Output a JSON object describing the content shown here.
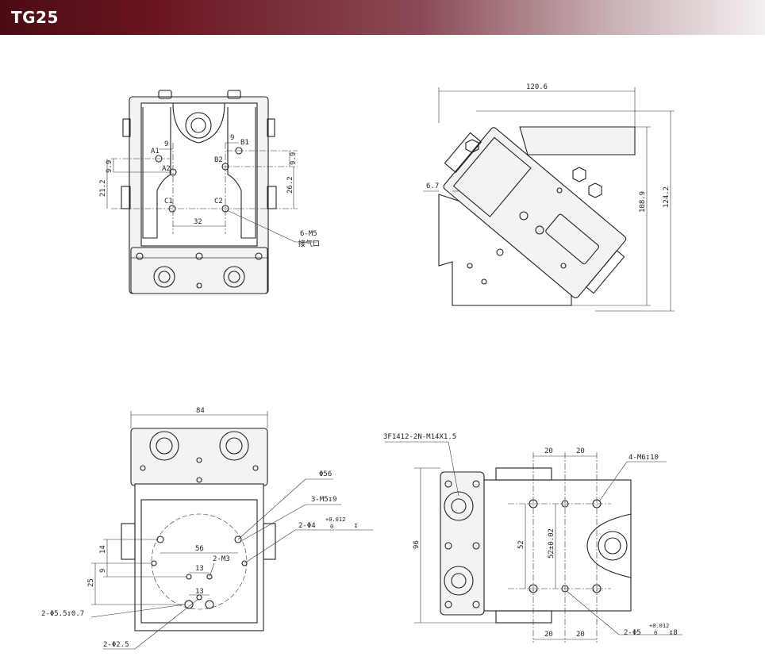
{
  "header": {
    "title": "TG25"
  },
  "top_left_view": {
    "port_labels": [
      "A1",
      "A2",
      "B1",
      "B2",
      "C1",
      "C2"
    ],
    "dim_9_a": "9",
    "dim_9_b": "9",
    "dim_32": "32",
    "dim_9_9_left": "9.9",
    "dim_21_2": "21.2",
    "dim_9_9_right": "9.9",
    "dim_26_2": "26.2",
    "callout_thread": "6-M5",
    "callout_port": "接气口"
  },
  "top_right_view": {
    "dim_width": "120.6",
    "dim_6_7": "6.7",
    "dim_108_9": "108.9",
    "dim_124_2": "124.2"
  },
  "bottom_left_view": {
    "dim_84": "84",
    "dim_56": "56",
    "dim_13_a": "13",
    "dim_13_b": "13",
    "label_2_m3": "2-M3",
    "label_phi56": "Φ56",
    "label_3_m5": "3-M5↧9",
    "label_2_phi4": "2-Φ4",
    "tol_4_upper": "+0.012",
    "tol_4_lower": "0",
    "tol_4_depth": "↧",
    "dim_14": "14",
    "dim_9": "9",
    "dim_25": "25",
    "label_2_phi5_5": "2-Φ5.5↧0.7",
    "label_2_phi2_5": "2-Φ2.5"
  },
  "bottom_right_view": {
    "fitting_label": "3F1412-2N-M14X1.5",
    "dim_20_top_a": "20",
    "dim_20_top_b": "20",
    "dim_20_bot_a": "20",
    "dim_20_bot_b": "20",
    "label_4_m6": "4-M6↧10",
    "dim_96": "96",
    "dim_52": "52",
    "dim_52_tol": "52±0.02",
    "label_2_phi5": "2-Φ5",
    "tol_5_upper": "+0.012",
    "tol_5_lower": "0",
    "tol_5_depth": "↧8"
  }
}
